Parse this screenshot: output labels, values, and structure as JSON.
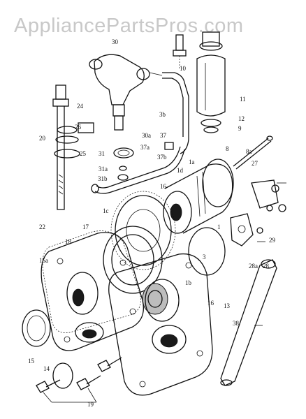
{
  "watermark": "AppliancePartsPros.com",
  "labels": {
    "l30": "30",
    "l10": "10",
    "l11": "11",
    "l12": "12",
    "l9": "9",
    "l24": "24",
    "l26": "26",
    "l3b": "3b",
    "l30a": "30a",
    "l37": "37",
    "l37a": "37a",
    "l37b": "37b",
    "l20": "20",
    "l25": "25",
    "l31": "31",
    "l31a": "31a",
    "l31b": "31b",
    "l8": "8",
    "l8a": "8a",
    "l27": "27",
    "l1d": "1d",
    "l1a": "1a",
    "l16a": "16",
    "l1c": "1c",
    "l22": "22",
    "l17": "17",
    "l18": "18",
    "l15a": "15a",
    "l1": "1",
    "l3": "3",
    "l29": "29",
    "l28a": "28a",
    "l28": "28",
    "l1b": "1b",
    "l16b": "16",
    "l13": "13",
    "l38": "38",
    "l15": "15",
    "l14": "14",
    "l19": "19"
  },
  "colors": {
    "ink": "#111111",
    "watermark": "#c8c8c8",
    "background": "#ffffff"
  }
}
